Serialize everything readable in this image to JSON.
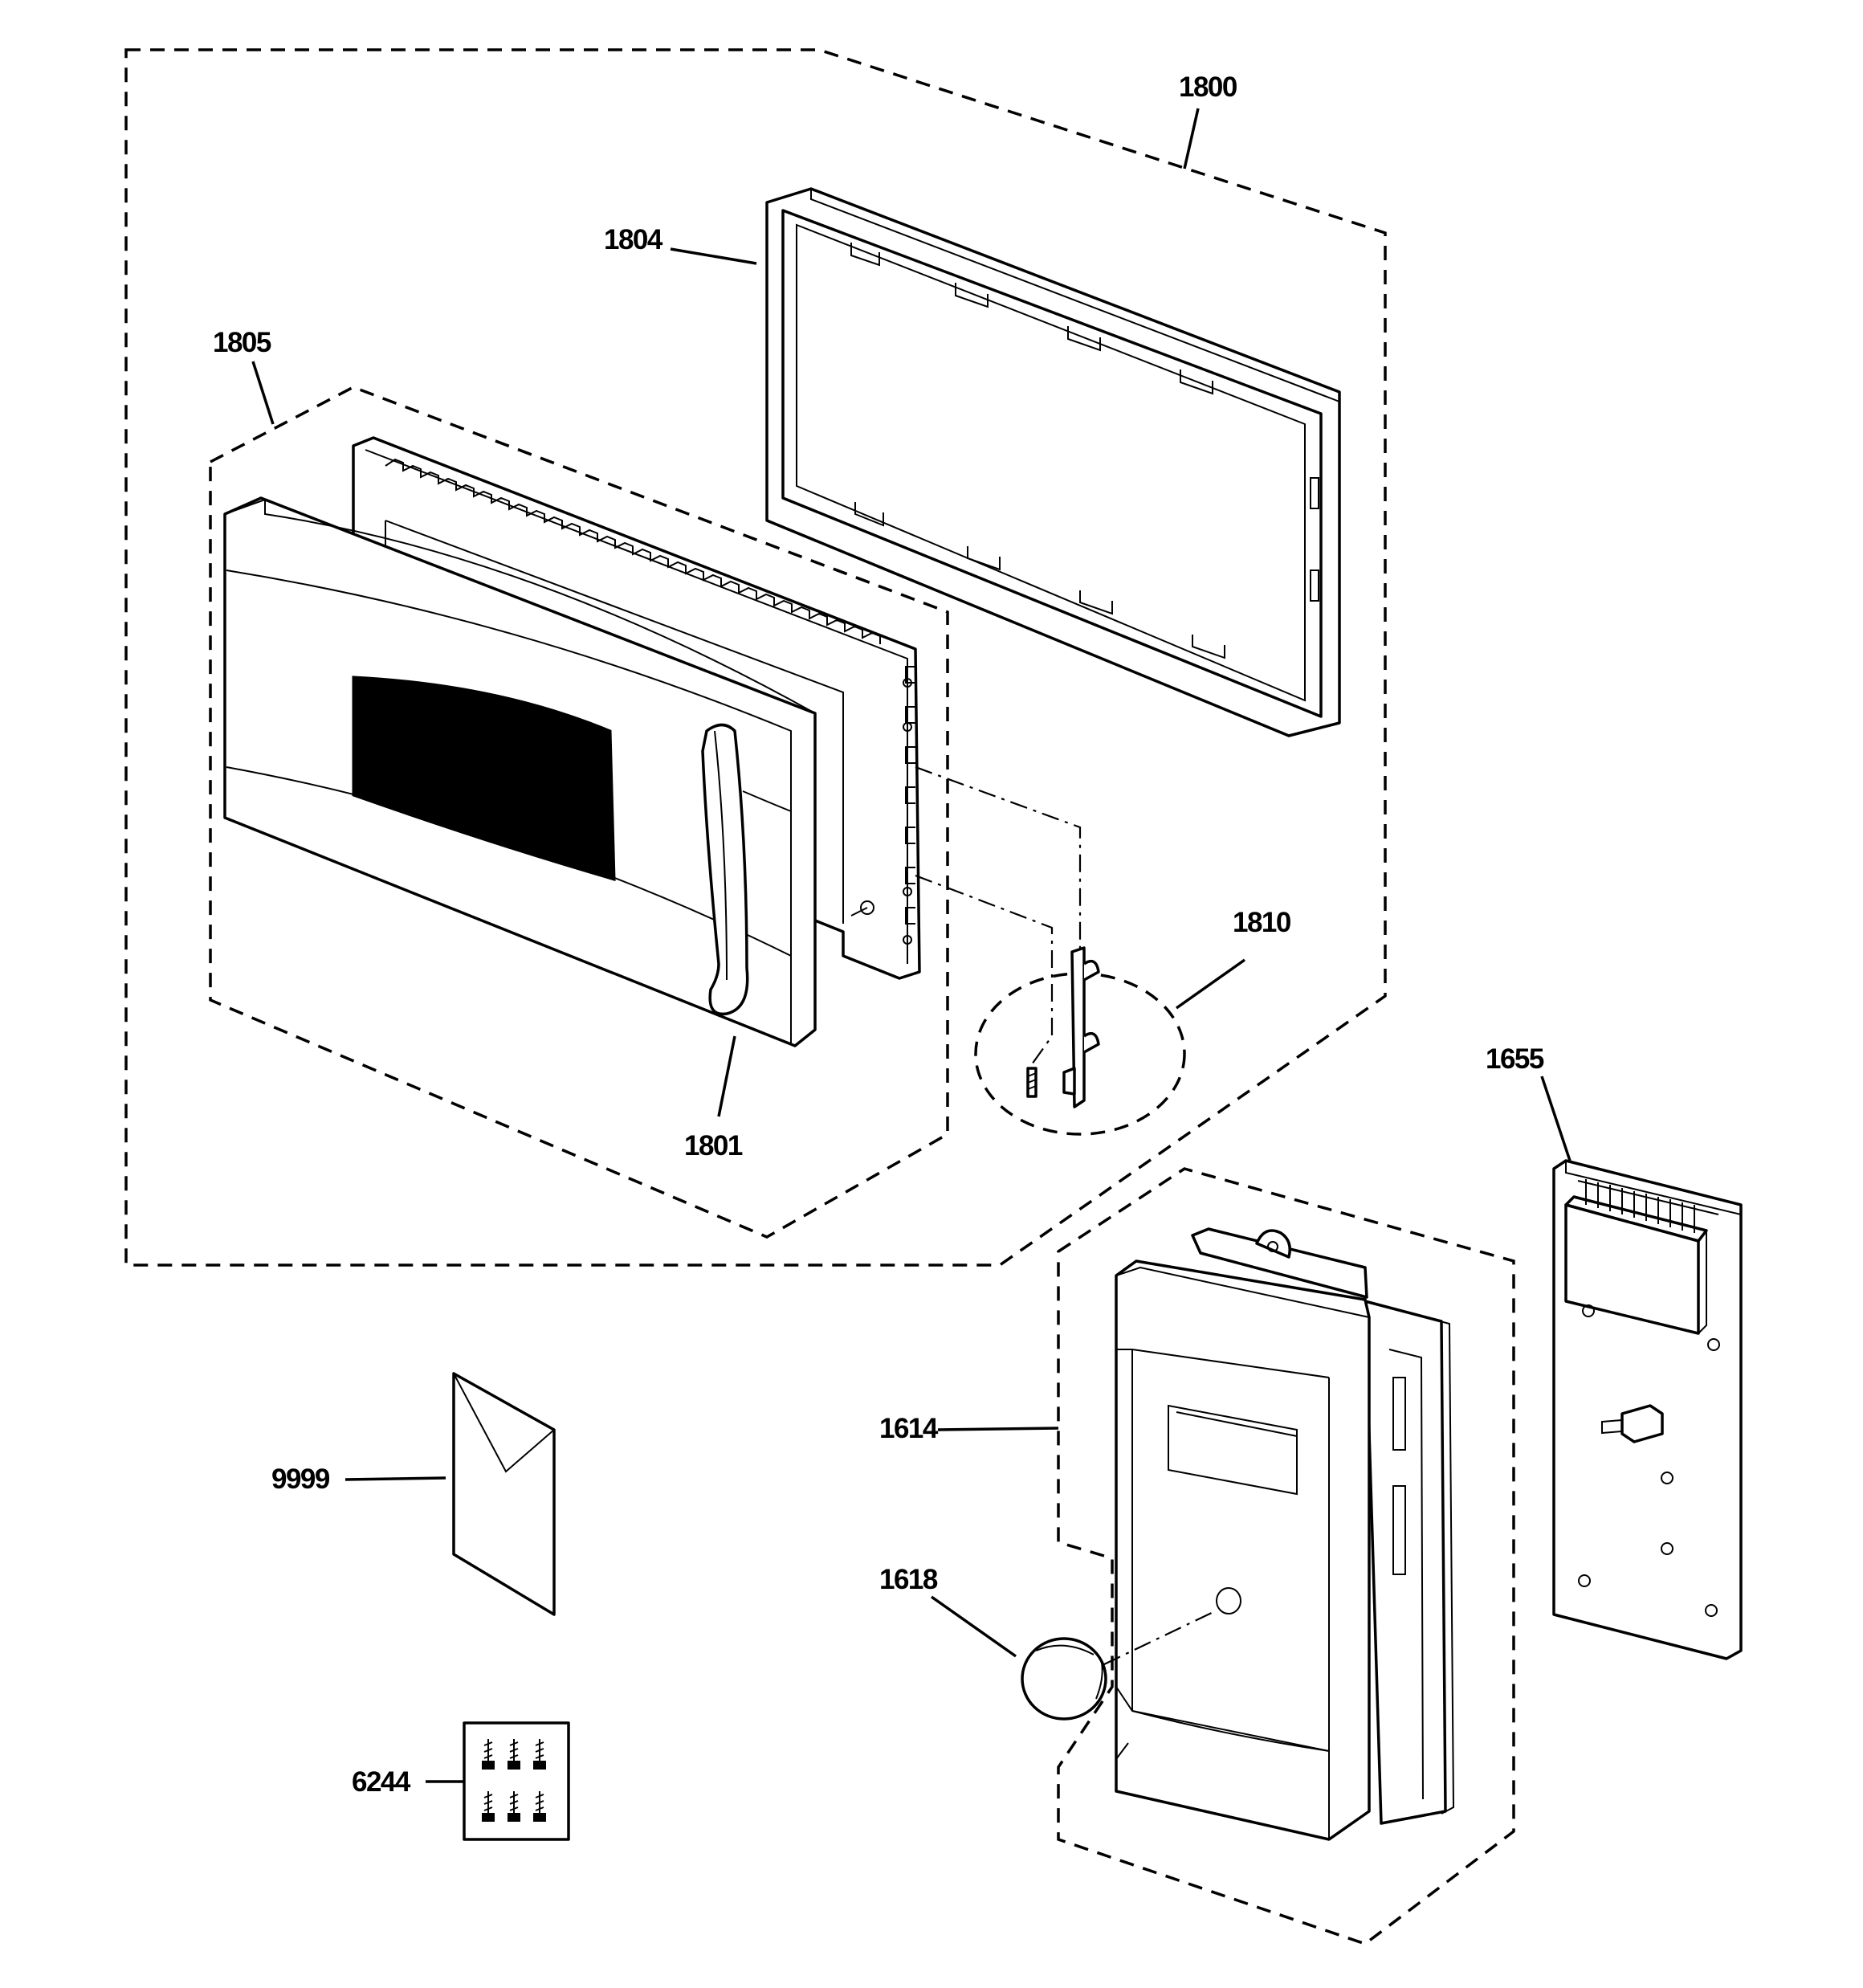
{
  "labels": {
    "p1800": "1800",
    "p1804": "1804",
    "p1805": "1805",
    "p1801": "1801",
    "p1810": "1810",
    "p1655": "1655",
    "p1614": "1614",
    "p1618": "1618",
    "p9999": "9999",
    "p6244": "6244"
  },
  "colors": {
    "ink": "#000000",
    "paper": "#ffffff"
  }
}
